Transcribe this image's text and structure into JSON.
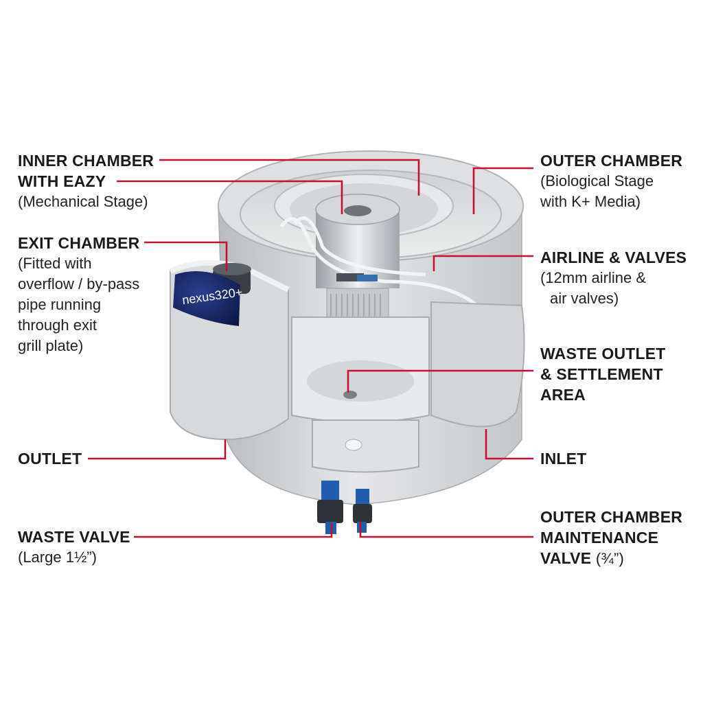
{
  "colors": {
    "leader_line": "#c8102e",
    "housing": "#dadcde",
    "text": "#1a1a1a"
  },
  "product_badge": "nexus320+",
  "labels": {
    "inner_chamber": {
      "title_1": "INNER CHAMBER",
      "title_2": "WITH EAZY",
      "sub_1": "(Mechanical Stage)"
    },
    "exit_chamber": {
      "title_1": "EXIT CHAMBER",
      "sub_1": "(Fitted with",
      "sub_2": "overflow / by-pass",
      "sub_3": "pipe running",
      "sub_4": "through exit",
      "sub_5": "grill plate)"
    },
    "outlet": {
      "title_1": "OUTLET"
    },
    "waste_valve": {
      "title_1": "WASTE VALVE",
      "sub_1": "(Large 1½”)"
    },
    "outer_chamber": {
      "title_1": "OUTER CHAMBER",
      "sub_1": "(Biological Stage",
      "sub_2": "with K+ Media)"
    },
    "airline_valves": {
      "title_1": "AIRLINE & VALVES",
      "sub_1": "(12mm airline &",
      "sub_2": "air valves)"
    },
    "waste_outlet": {
      "title_1": "WASTE OUTLET",
      "title_2": "& SETTLEMENT",
      "title_3": "AREA"
    },
    "inlet": {
      "title_1": "INLET"
    },
    "maintenance_valve": {
      "title_1": "OUTER CHAMBER",
      "title_2": "MAINTENANCE",
      "title_3": "VALVE",
      "title_3_sub": "(¾”)"
    }
  }
}
